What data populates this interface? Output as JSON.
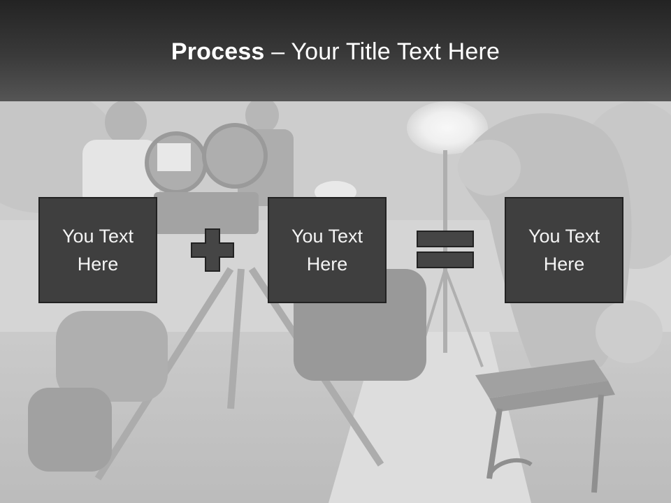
{
  "slide": {
    "title_bold": "Process",
    "title_rest": " – Your Title Text Here",
    "boxes": [
      {
        "label": "You Text Here"
      },
      {
        "label": "You Text Here"
      },
      {
        "label": "You Text Here"
      }
    ],
    "operators": [
      "plus-icon",
      "equals-icon"
    ]
  },
  "colors": {
    "box_fill": "#3f3f3f",
    "box_border": "#222222",
    "header_dark": "#232323",
    "header_light": "#555555"
  }
}
